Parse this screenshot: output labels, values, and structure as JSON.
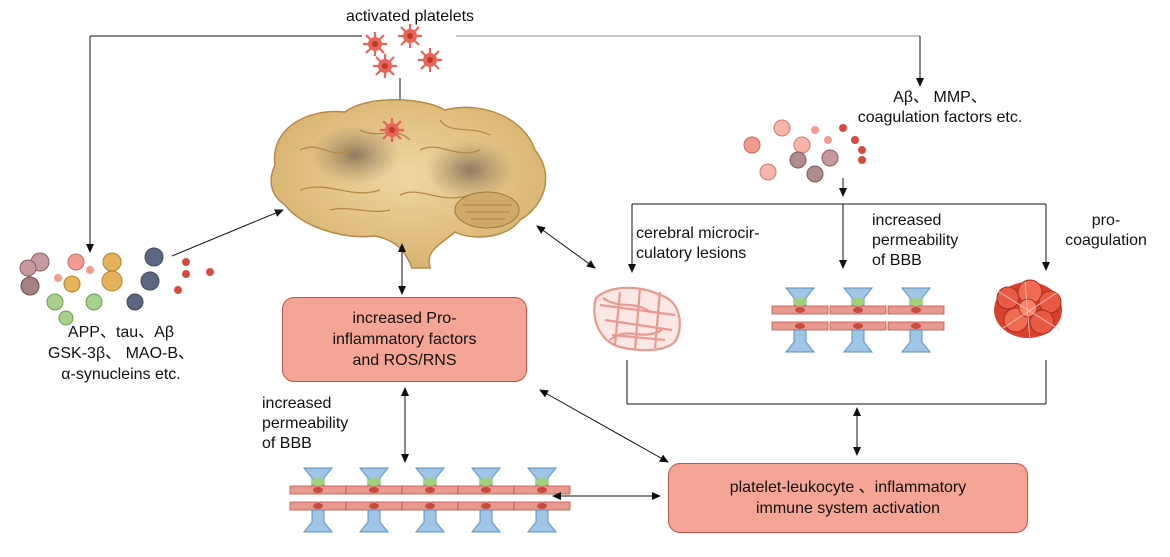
{
  "labels": {
    "activated_platelets": "activated platelets",
    "ab_mmp_line1": "Aβ、 MMP、",
    "ab_mmp_line2": "coagulation factors etc.",
    "app_line1": "APP、tau、Aβ",
    "app_line2": "GSK-3β、 MAO-B、",
    "app_line3": "α-synucleins etc.",
    "cerebral_line1": "cerebral microcir-",
    "cerebral_line2": "culatory lesions",
    "perm_right_line1": "increased",
    "perm_right_line2": "permeability",
    "perm_right_line3": "of BBB",
    "procoag_line1": "pro-",
    "procoag_line2": "coagulation",
    "perm_left_line1": "increased",
    "perm_left_line2": "permeability",
    "perm_left_line3": "of BBB"
  },
  "boxes": {
    "proinflammatory_line1": "increased Pro-",
    "proinflammatory_line2": "inflammatory factors",
    "proinflammatory_line3": "and ROS/RNS",
    "leukocyte_line1": "platelet-leukocyte 、inflammatory",
    "leukocyte_line2": "immune system activation"
  },
  "colors": {
    "box_fill": "#f4a596",
    "box_border": "#b8554a",
    "platelet": "#e8655a",
    "brain": "#e3c58a",
    "vessel": "#e89a90",
    "astrocyte": "#9ec4e6"
  }
}
